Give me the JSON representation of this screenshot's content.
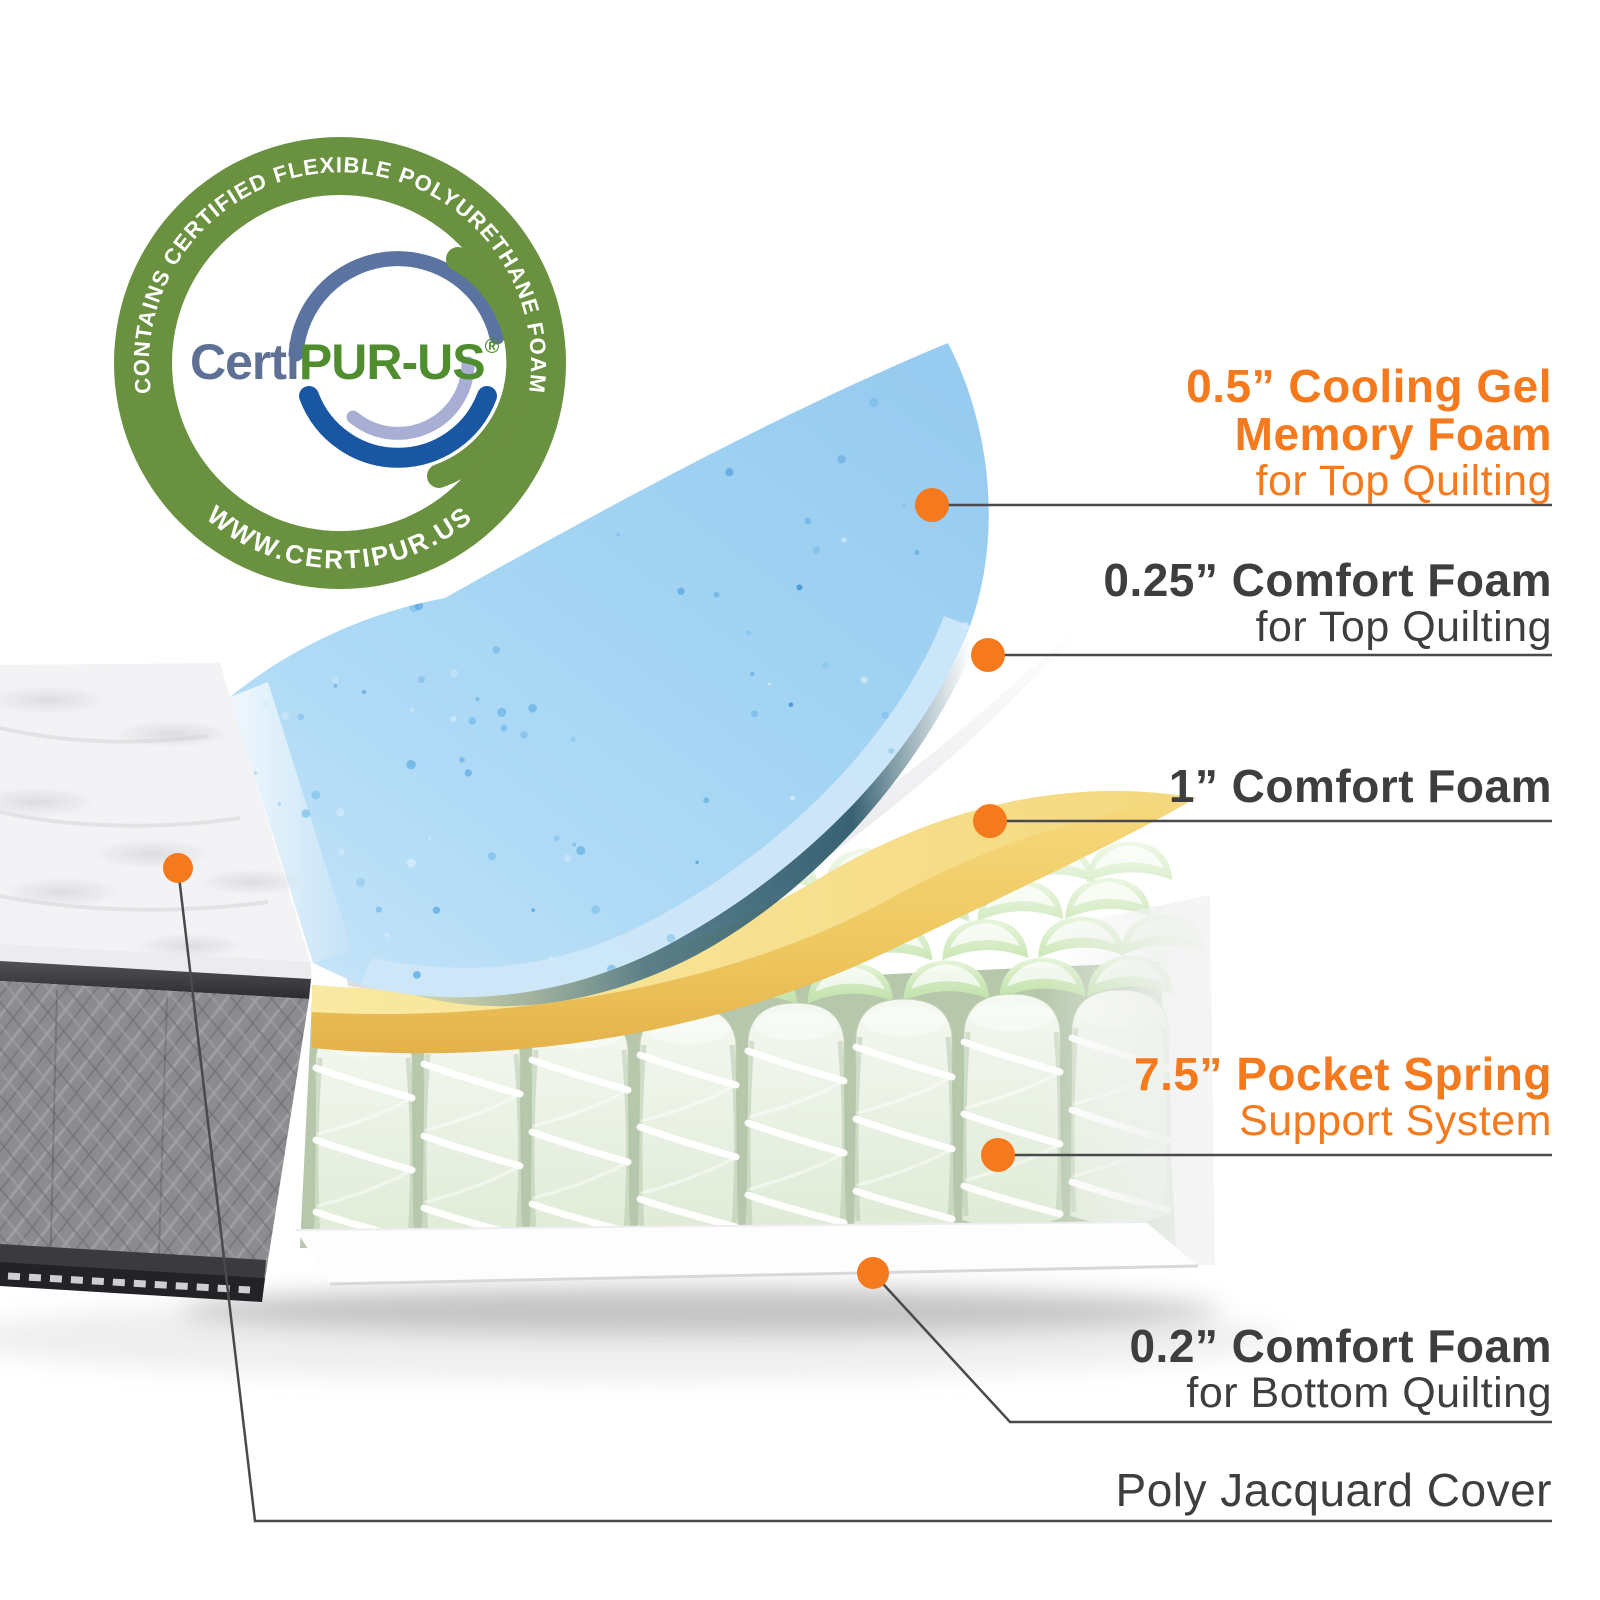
{
  "badge": {
    "arc_top": "CONTAINS CERTIFIED FLEXIBLE POLYURETHANE FOAM",
    "arc_bottom": "WWW.CERTIPUR.US",
    "brand_left": "Certi",
    "brand_right": "PUR-US",
    "registered": "®"
  },
  "callouts": {
    "cooling_gel": {
      "line1": "0.5” Cooling Gel",
      "line2": "Memory Foam",
      "line3": "for Top Quilting"
    },
    "comfort_top": {
      "line1": "0.25” Comfort Foam",
      "line2": "for Top Quilting"
    },
    "comfort_mid": {
      "line1": "1” Comfort Foam"
    },
    "pocket_spring": {
      "line1": "7.5” Pocket Spring",
      "line2": "Support System"
    },
    "comfort_bottom": {
      "line1": "0.2” Comfort Foam",
      "line2": "for Bottom Quilting"
    },
    "cover": {
      "line1": "Poly Jacquard Cover"
    }
  },
  "colors": {
    "accent_orange": "#F5791D",
    "text_dark": "#3E3E40",
    "badge_green": "#6A9140",
    "foam_blue": "#A5D4F2",
    "foam_yellow": "#F5D879",
    "spring_mint": "#E5F0DE",
    "cover_gray": "#8C8C90",
    "leader_line": "#4A4A4C"
  }
}
